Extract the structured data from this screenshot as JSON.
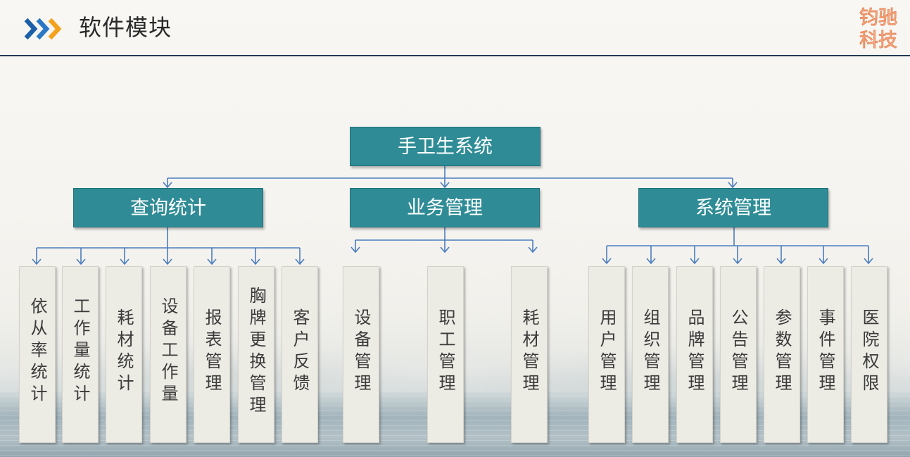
{
  "header": {
    "icon": "triple-chevron-right-icon",
    "title": "软件模块",
    "logo": {
      "line1": "钧驰",
      "line2": "科技"
    }
  },
  "diagram": {
    "root": {
      "label": "手卫生系统"
    },
    "branches": [
      {
        "label": "查询统计",
        "children": [
          "依从率统计",
          "工作量统计",
          "耗材统计",
          "设备工作量",
          "报表管理",
          "胸牌更换管理",
          "客户反馈"
        ]
      },
      {
        "label": "业务管理",
        "children": [
          "设备管理",
          "职工管理",
          "耗材管理"
        ]
      },
      {
        "label": "系统管理",
        "children": [
          "用户管理",
          "组织管理",
          "品牌管理",
          "公告管理",
          "参数管理",
          "事件管理",
          "医院权限"
        ]
      }
    ]
  },
  "colors": {
    "node_fill": "#2f8c96",
    "node_border": "#236f78",
    "leaf_fill": "#ecebe4",
    "connector": "#4a7cbf",
    "header_rule": "#1f3a56",
    "logo": "#f5ae88",
    "chevron_dark": "#1d5fa9",
    "chevron_mid": "#2a78c6",
    "chevron_accent": "#f4a21e"
  }
}
